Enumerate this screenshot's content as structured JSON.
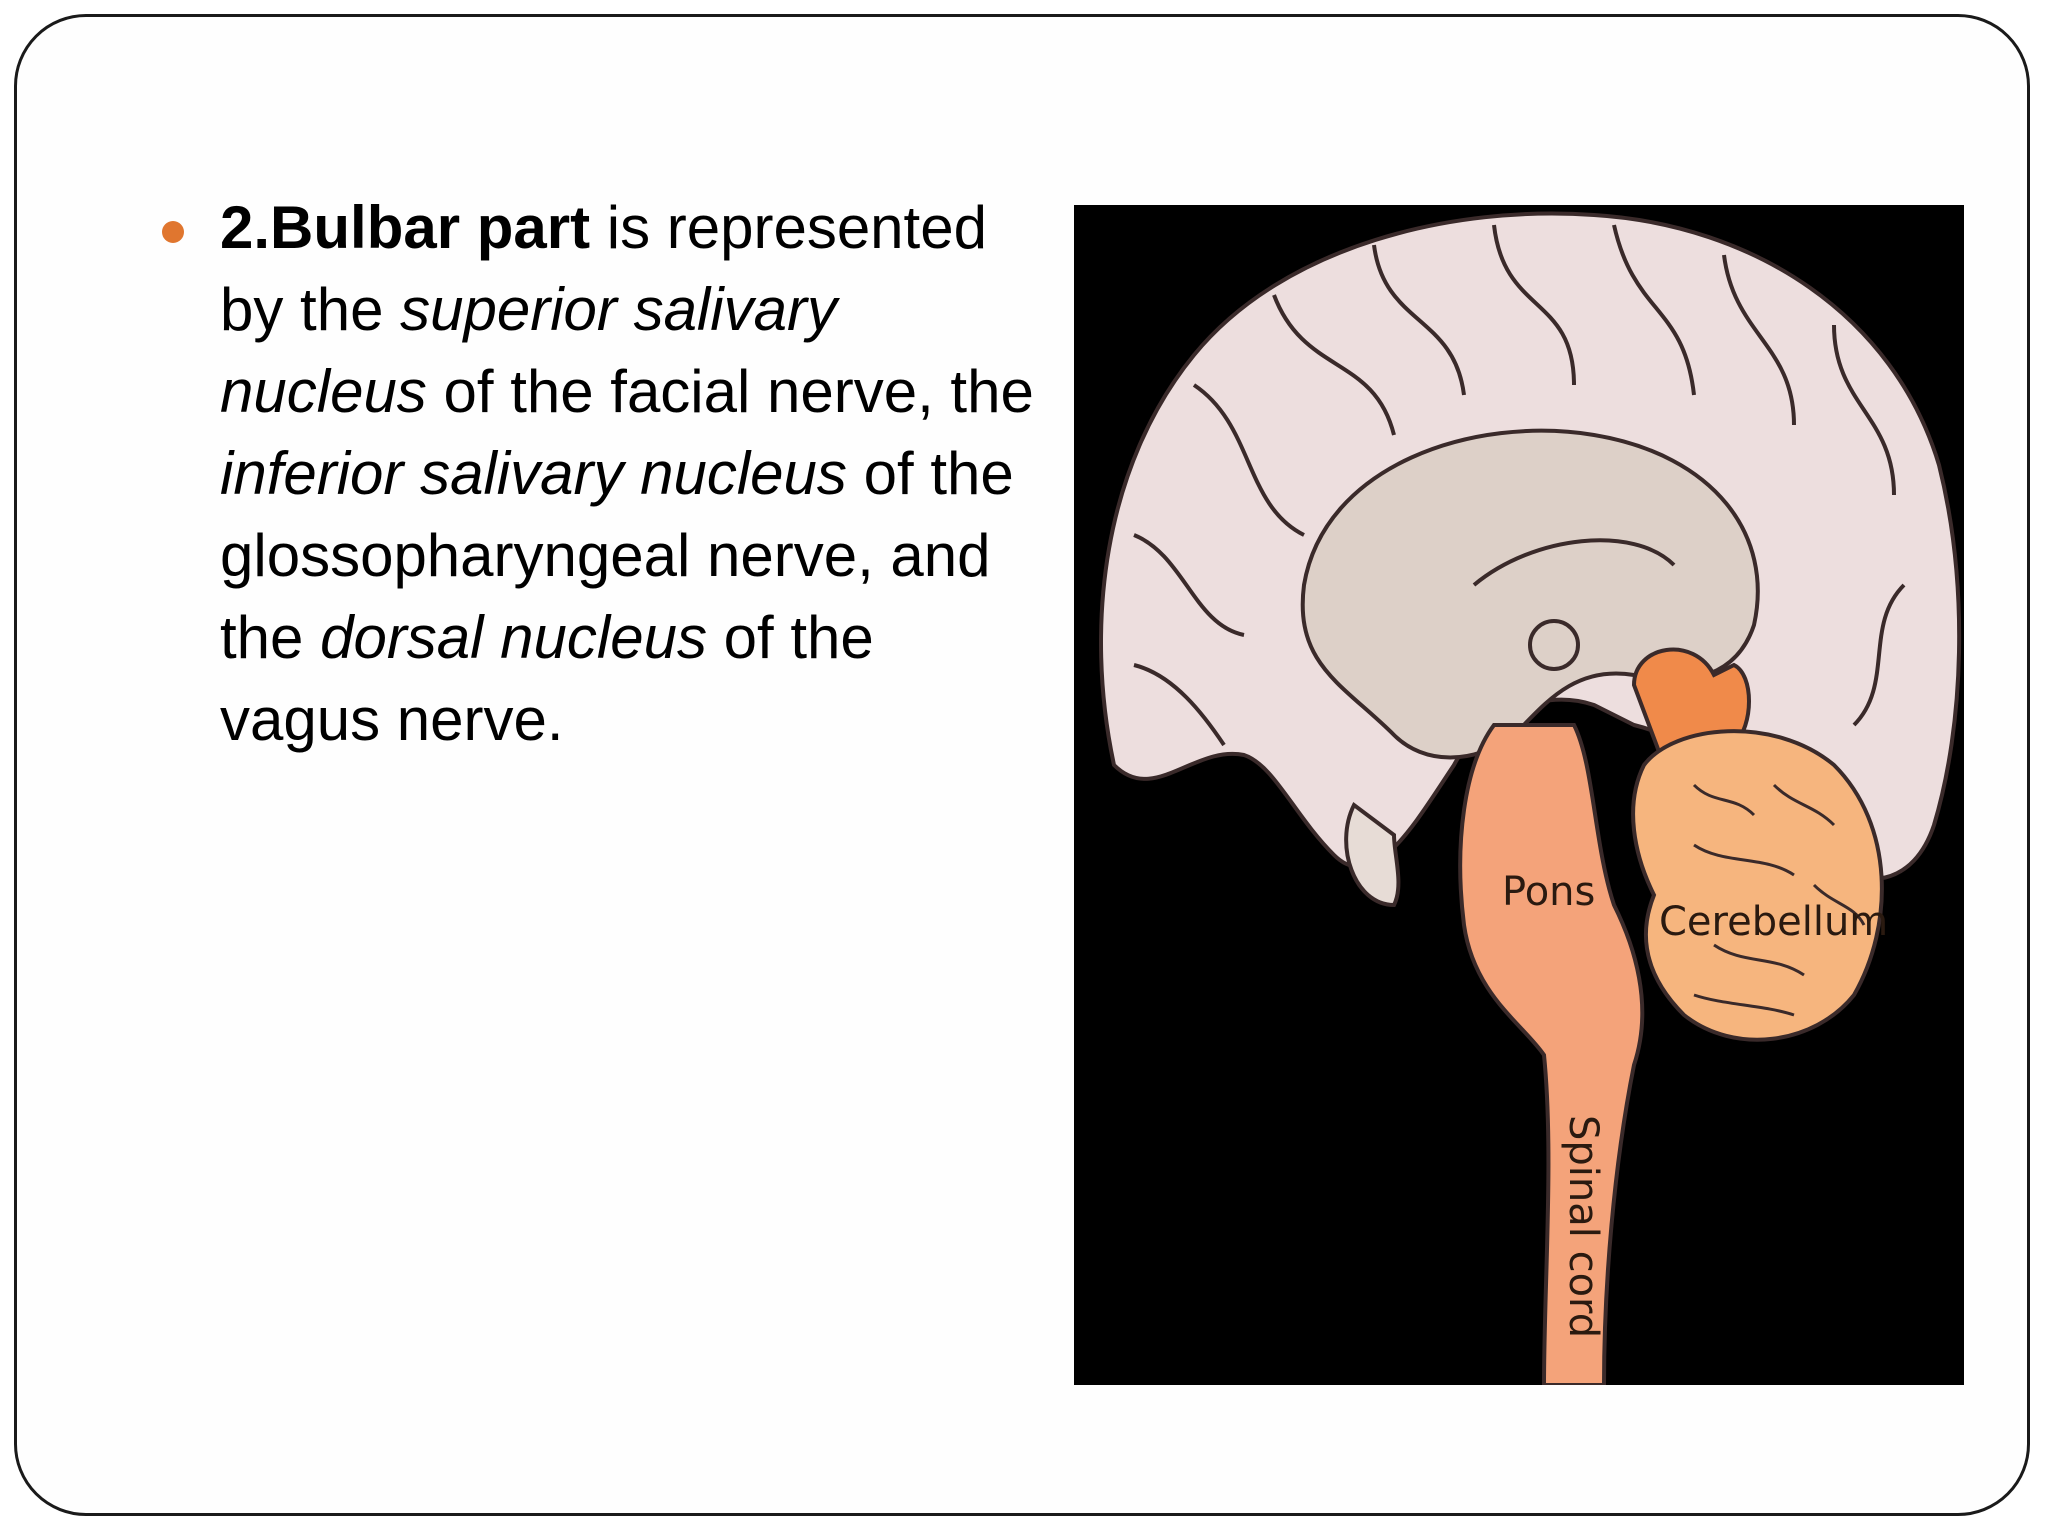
{
  "bullet": {
    "bold_lead": "2.Bulbar part",
    "t1": " is represented by the ",
    "i1": "superior salivary nucleus",
    "t2": " of the facial nerve, the ",
    "i2": "inferior salivary nucleus",
    "t3": " of the glossopharyngeal nerve, and the ",
    "i3": "dorsal nucleus",
    "t4": " of the vagus nerve."
  },
  "figure": {
    "labels": {
      "pons": "Pons",
      "cerebellum": "Cerebellum",
      "spinal_cord": "Spinal cord"
    }
  },
  "colors": {
    "bullet": "#e0762f",
    "brain_cortex": "#eddede",
    "brainstem": "#f4a37a",
    "cerebellum": "#f6b57e",
    "background": "#000000"
  }
}
